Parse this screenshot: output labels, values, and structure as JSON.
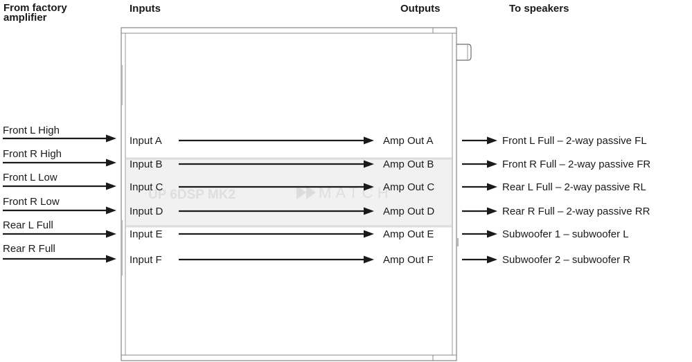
{
  "headers": {
    "from_factory": "From factory amplifier",
    "inputs": "Inputs",
    "outputs": "Outputs",
    "to_speakers": "To speakers"
  },
  "device": {
    "watermark_model": "UP 6DSP MK2",
    "watermark_brand": "MATCH"
  },
  "sources": [
    "Front L High",
    "Front R High",
    "Front L Low",
    "Front R Low",
    "Rear L Full",
    "Rear R Full"
  ],
  "inputs": [
    "Input A",
    "Input B",
    "Input C",
    "Input D",
    "Input E",
    "Input F"
  ],
  "outputs": [
    "Amp Out A",
    "Amp Out B",
    "Amp Out C",
    "Amp Out D",
    "Amp Out E",
    "Amp Out F"
  ],
  "speakers": [
    "Front L Full – 2-way passive FL",
    "Front R Full – 2-way passive FR",
    "Rear L Full – 2-way passive RL",
    "Rear R Full – 2-way passive RR",
    "Subwoofer 1 – subwoofer L",
    "Subwoofer 2 – subwoofer R"
  ]
}
